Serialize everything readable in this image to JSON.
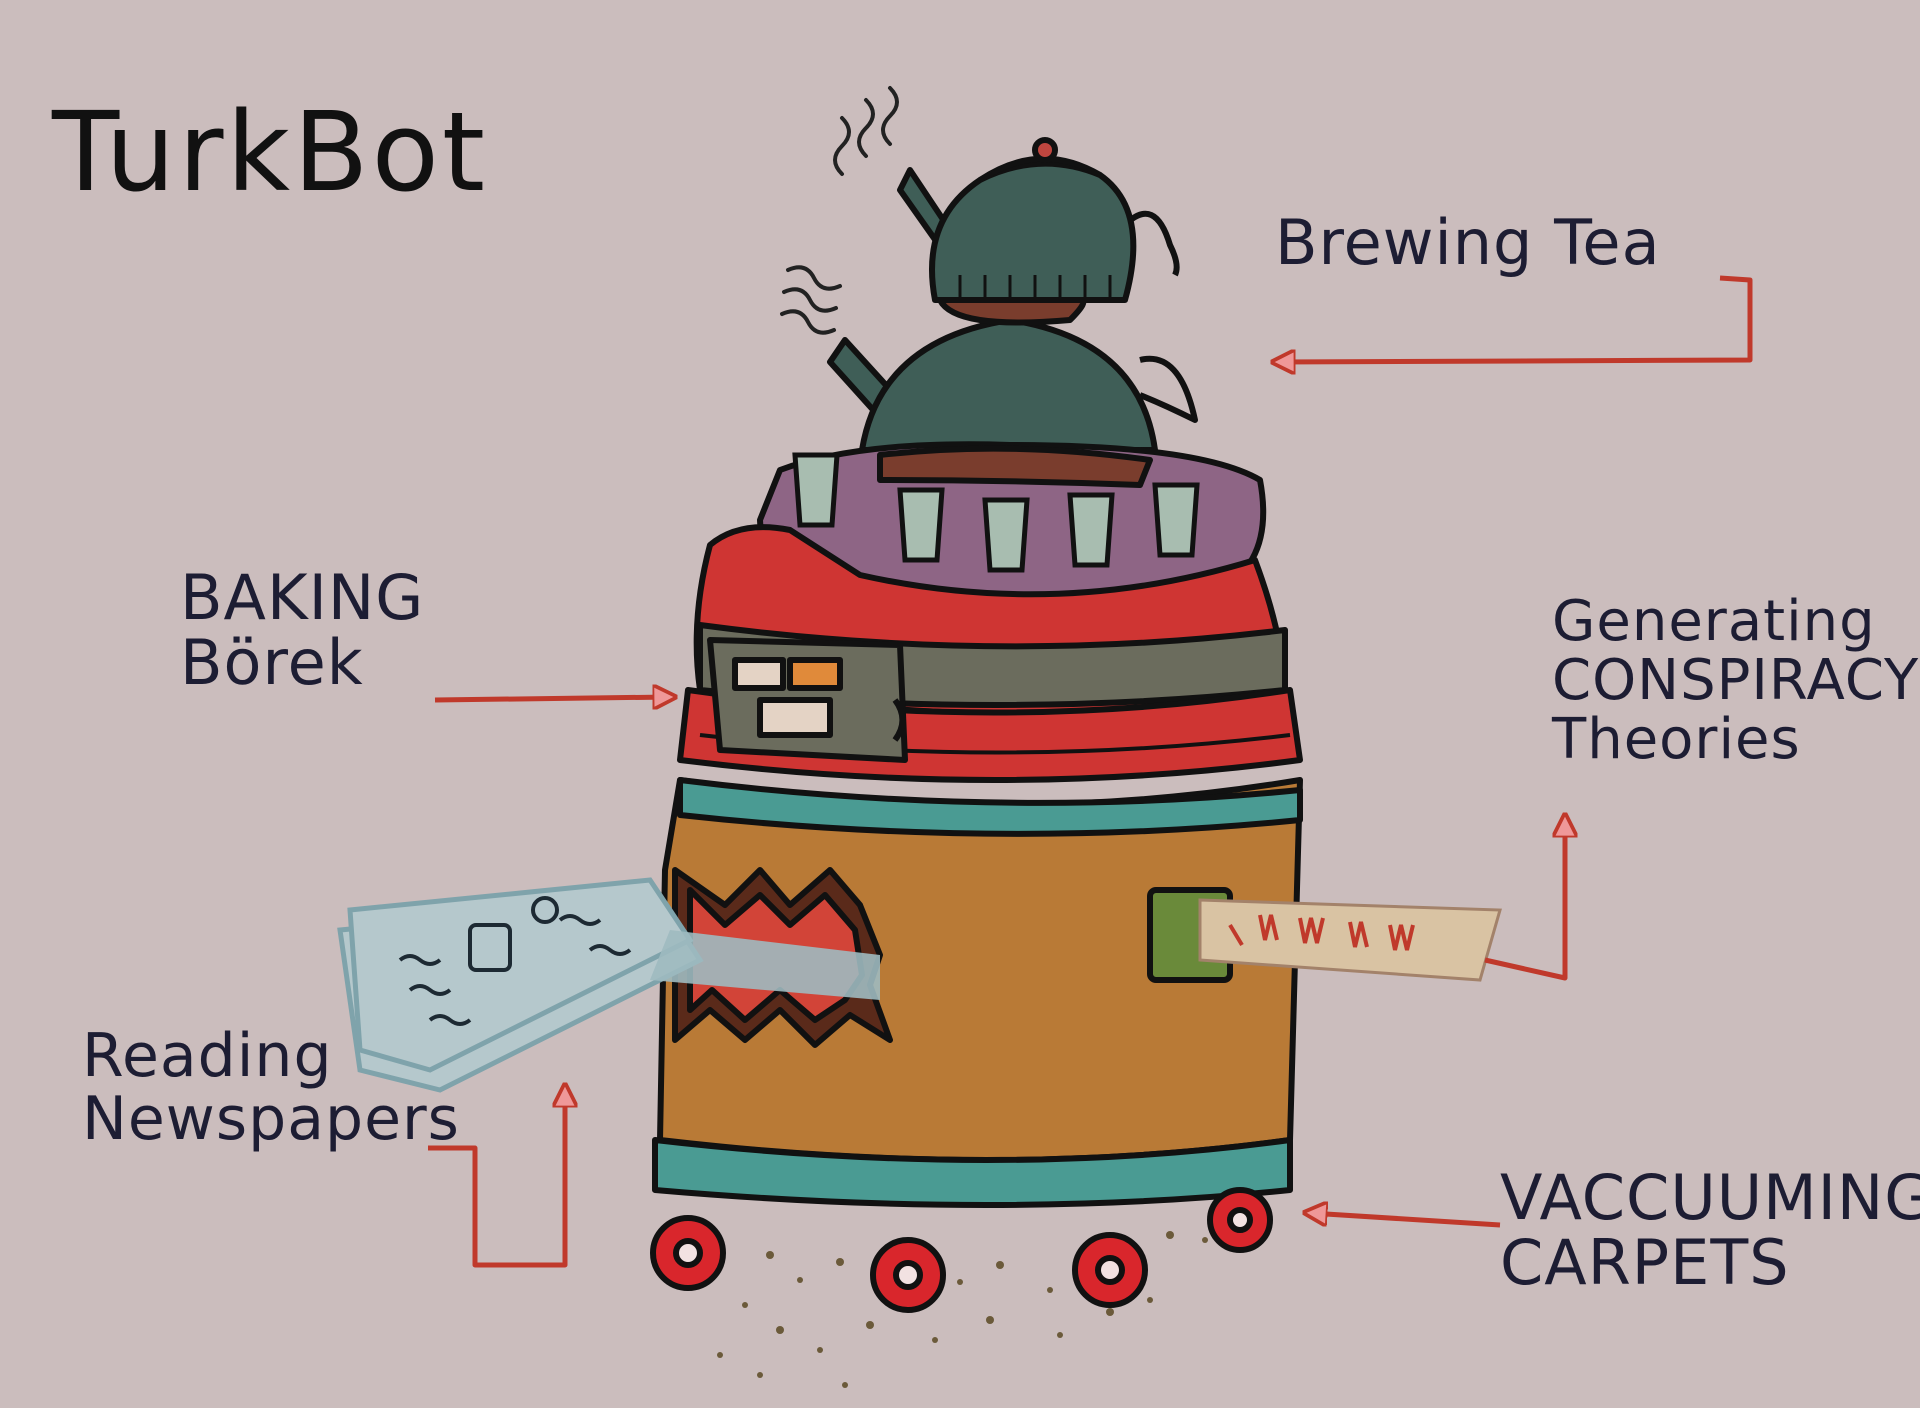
{
  "title": "TurkBot",
  "labels": {
    "brewing_tea": "Brewing Tea",
    "baking_borek": [
      "BAKING",
      "Börek"
    ],
    "generating_conspiracy": [
      "Generating",
      "CONSPIRACY",
      "Theories"
    ],
    "reading_newspapers": [
      "Reading",
      "Newspapers"
    ],
    "vacuuming_carpets": [
      "VACCUUMING",
      "CARPETS"
    ]
  },
  "colors": {
    "background": "#cbbdbd",
    "arrow": "#c0392b",
    "teapot": "#3f5e57",
    "plate": "#8e6585",
    "stripe_red": "#cf3533",
    "stripe_gray": "#6b6c5d",
    "body": "#b97a36",
    "base": "#4a9b93"
  }
}
